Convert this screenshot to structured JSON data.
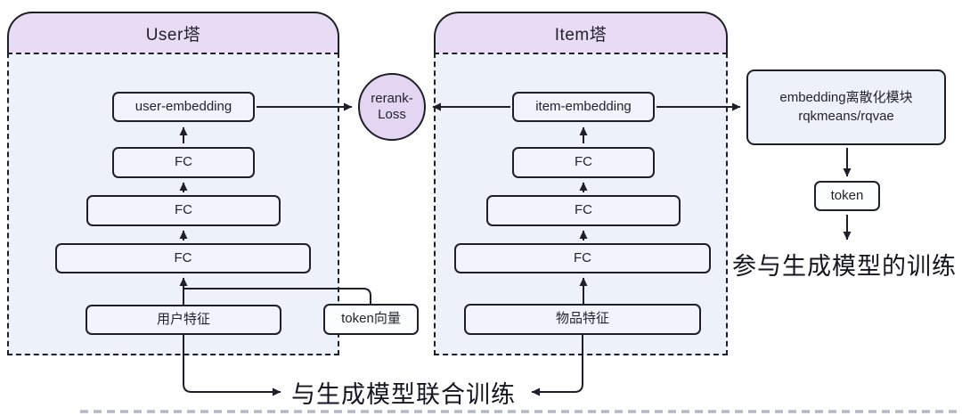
{
  "diagram": {
    "user_tower": {
      "title": "User塔",
      "embedding_label": "user-embedding",
      "fc_labels": [
        "FC",
        "FC",
        "FC"
      ],
      "feature_label": "用户特征",
      "token_vector_label": "token向量"
    },
    "item_tower": {
      "title": "Item塔",
      "embedding_label": "item-embedding",
      "fc_labels": [
        "FC",
        "FC",
        "FC"
      ],
      "feature_label": "物品特征"
    },
    "loss_node": {
      "label_line1": "rerank-",
      "label_line2": "Loss"
    },
    "discretize_module": {
      "line1": "embedding离散化模块",
      "line2": "rqkmeans/rqvae"
    },
    "token_label": "token",
    "annotations": {
      "bottom_joint_training": "与生成模型联合训练",
      "right_training": "参与生成模型的训练"
    },
    "colors": {
      "header-fill": "#e7dcf3",
      "tower-fill": "#edf1fa",
      "node-fill": "#f1f4fc",
      "plain-fill": "#fcfdff",
      "loss-fill": "#e2d6f2",
      "line-color": "#1f1f29",
      "text-color": "#23232e",
      "faint-line": "#b4b8c2"
    }
  }
}
